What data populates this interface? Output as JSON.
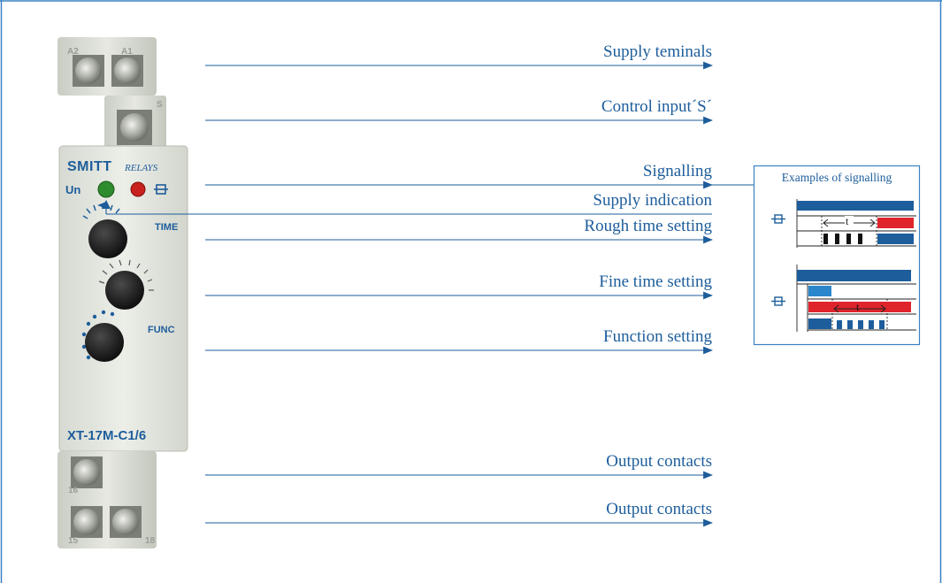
{
  "callouts": [
    {
      "label": "Supply teminals"
    },
    {
      "label": "Control input´S´"
    },
    {
      "label": "Signalling"
    },
    {
      "label": "Supply indication"
    },
    {
      "label": "Rough time setting"
    },
    {
      "label": "Fine time setting"
    },
    {
      "label": "Function setting"
    },
    {
      "label": "Output contacts"
    },
    {
      "label": "Output contacts"
    }
  ],
  "device": {
    "brand": "SMITT",
    "brand_sub": "RELAYS",
    "model": "XT-17M-C1/6",
    "led_label": "Un",
    "time_label": "TIME",
    "func_label": "FUNC",
    "terminal_top_left": "A2",
    "terminal_top_right": "A1",
    "terminal_s": "S",
    "terminal_16": "16",
    "terminal_15": "15",
    "terminal_18": "18",
    "led_colors": {
      "supply": "#2e8b2e",
      "signal": "#c8201e"
    }
  },
  "signalling_panel": {
    "title": "Examples of signalling",
    "t_label_1": "t",
    "t_label_2": "t",
    "colors": {
      "blue": "#1d5d9b",
      "red": "#e0242b",
      "light_blue": "#2b86cc",
      "black": "#111111"
    }
  },
  "colors": {
    "accent": "#1d5d9b",
    "frame": "#3b82c4"
  }
}
